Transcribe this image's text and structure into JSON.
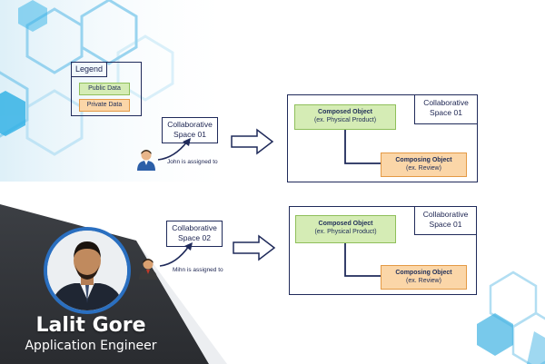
{
  "legend": {
    "title": "Legend",
    "public": "Public Data",
    "private": "Private Data"
  },
  "scenario1": {
    "space_label_1": "Collaborative",
    "space_label_2": "Space 01",
    "assignment": "John is assigned to",
    "space_title_1": "Collaborative",
    "space_title_2": "Space 01",
    "composed_title": "Composed Object",
    "composed_sub": "(ex. Physical Product)",
    "composing_title": "Composing Object",
    "composing_sub": "(ex. Review)"
  },
  "scenario2": {
    "space_label_1": "Collaborative",
    "space_label_2": "Space 02",
    "assignment": "Mihn is assigned to",
    "space_title_1": "Collaborative",
    "space_title_2": "Space 01",
    "composed_title": "Composed Object",
    "composed_sub": "(ex. Physical Product)",
    "composing_title": "Composing Object",
    "composing_sub": "(ex. Review)"
  },
  "presenter": {
    "name": "Lalit Gore",
    "role": "Application Engineer"
  },
  "colors": {
    "navy": "#1f2a5a",
    "public": "#d5ecb5",
    "private": "#fbd6a8",
    "accent": "#2b6fb6"
  }
}
